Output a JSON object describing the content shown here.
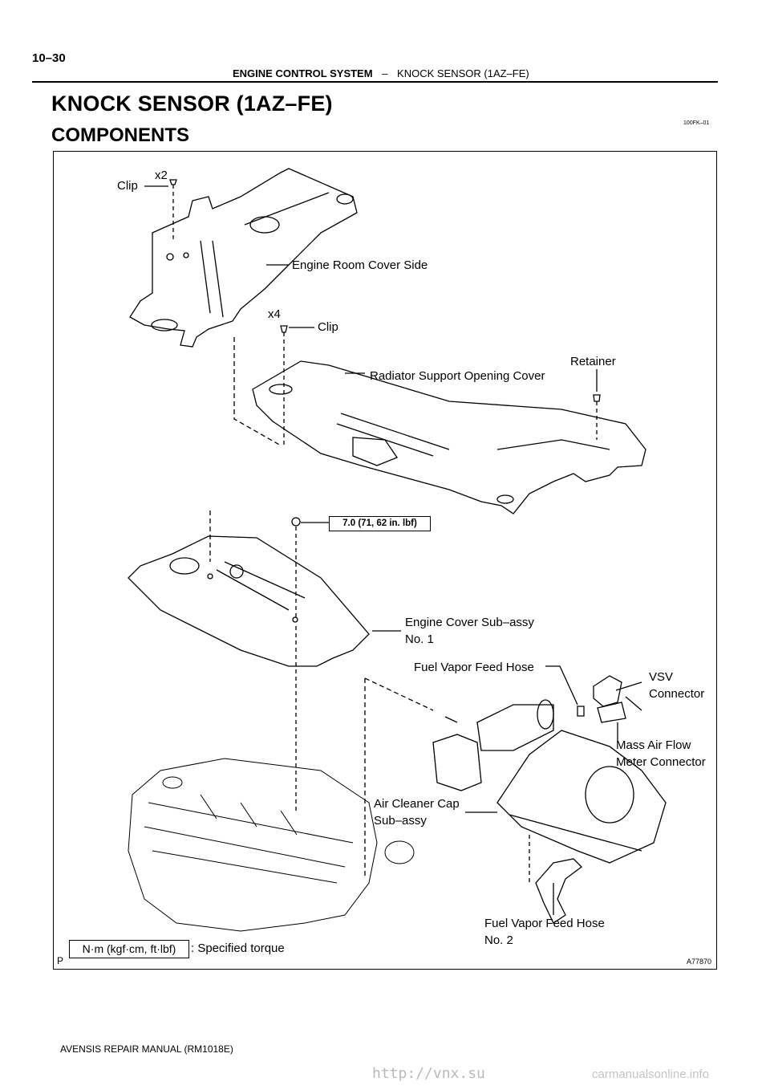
{
  "header": {
    "page_number": "10–30",
    "section": "ENGINE CONTROL SYSTEM",
    "separator": "–",
    "subsection": "KNOCK SENSOR (1AZ–FE)"
  },
  "title": "KNOCK SENSOR (1AZ–FE)",
  "doc_id": "100FK–01",
  "section_title": "COMPONENTS",
  "figure": {
    "labels": {
      "clip_top": "Clip",
      "x2": "x2",
      "engine_room_cover_side": "Engine Room Cover Side",
      "x4": "x4",
      "clip_mid": "Clip",
      "retainer": "Retainer",
      "radiator_support_opening_cover": "Radiator Support Opening Cover",
      "torque_value": "7.0 (71, 62 in. lbf)",
      "engine_cover_line1": "Engine Cover Sub–assy",
      "engine_cover_line2": "No. 1",
      "fuel_vapor_feed_hose": "Fuel Vapor Feed Hose",
      "vsv_line1": "VSV",
      "vsv_line2": "Connector",
      "maf_line1": "Mass Air Flow",
      "maf_line2": "Meter Connector",
      "air_cleaner_line1": "Air Cleaner Cap",
      "air_cleaner_line2": "Sub–assy",
      "fuel_hose2_line1": "Fuel Vapor Feed Hose",
      "fuel_hose2_line2": "No. 2"
    },
    "legend_units": "N·m (kgf·cm, ft·lbf)",
    "legend_text": ": Specified torque",
    "corner_letter": "P",
    "figure_code": "A77870"
  },
  "footer": "AVENSIS REPAIR MANUAL   (RM1018E)",
  "watermark": "http://vnx.su",
  "watermark2": "carmanualsonline.info"
}
